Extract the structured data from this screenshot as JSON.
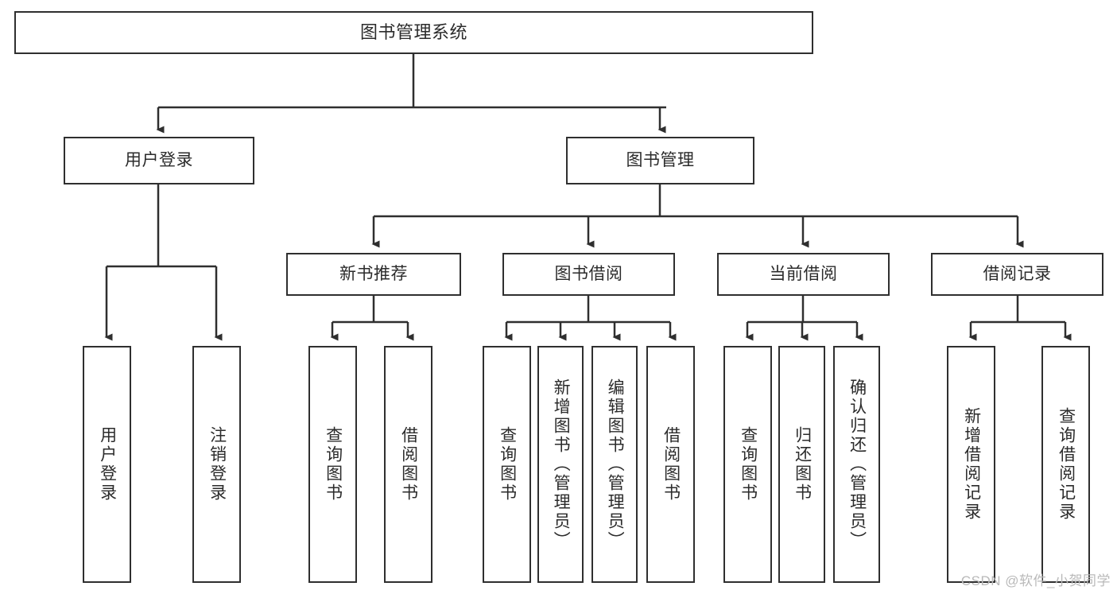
{
  "diagram": {
    "type": "tree",
    "title": "图书管理系统",
    "watermark": "CSDN @软件_小贺同学",
    "colors": {
      "stroke": "#2f2f2f",
      "fill": "#ffffff",
      "text": "#2b2b2b",
      "watermark": "#b9b9b9"
    },
    "nodes": {
      "root": {
        "label": "图书管理系统"
      },
      "level2": [
        {
          "id": "user-login",
          "label": "用户登录"
        },
        {
          "id": "book-management",
          "label": "图书管理"
        }
      ],
      "level3": [
        {
          "id": "new-book-recommend",
          "label": "新书推荐"
        },
        {
          "id": "book-borrow",
          "label": "图书借阅"
        },
        {
          "id": "current-borrow",
          "label": "当前借阅"
        },
        {
          "id": "borrow-record",
          "label": "借阅记录"
        }
      ],
      "leaves": {
        "user_login": [
          {
            "id": "leaf-user-login",
            "label": "用户登录"
          },
          {
            "id": "leaf-logout-login",
            "label": "注销登录"
          }
        ],
        "new_book_recommend": [
          {
            "id": "leaf-query-book-1",
            "label": "查询图书"
          },
          {
            "id": "leaf-borrow-book-1",
            "label": "借阅图书"
          }
        ],
        "book_borrow": [
          {
            "id": "leaf-query-book-2",
            "label": "查询图书"
          },
          {
            "id": "leaf-add-book",
            "label": "新增图书（管理员）"
          },
          {
            "id": "leaf-edit-book",
            "label": "编辑图书（管理员）"
          },
          {
            "id": "leaf-borrow-book-2",
            "label": "借阅图书"
          }
        ],
        "current_borrow": [
          {
            "id": "leaf-query-book-3",
            "label": "查询图书"
          },
          {
            "id": "leaf-return-book",
            "label": "归还图书"
          },
          {
            "id": "leaf-confirm-return",
            "label": "确认归还（管理员）"
          }
        ],
        "borrow_record": [
          {
            "id": "leaf-add-record",
            "label": "新增借阅记录"
          },
          {
            "id": "leaf-query-record",
            "label": "查询借阅记录"
          }
        ]
      }
    }
  }
}
